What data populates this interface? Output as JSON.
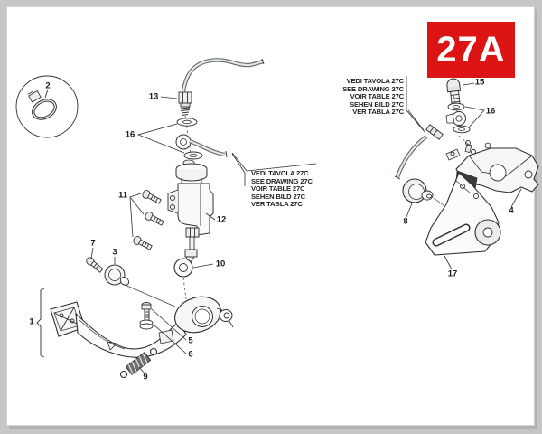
{
  "page": {
    "background_color": "#c6c6c6",
    "paper_color": "#ffffff",
    "line_color": "#2f2f2f"
  },
  "badge": {
    "label": "27A",
    "background_color": "#dc1414",
    "text_color": "#ffffff"
  },
  "notes": {
    "left": {
      "lines": [
        "VEDI TAVOLA 27C",
        "SEE DRAWING 27C",
        "VOIR TABLE 27C",
        "SEHEN BILD 27C",
        "VER TABLA 27C"
      ]
    },
    "right": {
      "lines": [
        "VEDI TAVOLA 27C",
        "SEE DRAWING 27C",
        "VOIR TABLE 27C",
        "SEHEN BILD 27C",
        "VER TABLA 27C"
      ]
    }
  },
  "callouts": [
    {
      "part": "hose-clamp",
      "label": "2"
    },
    {
      "part": "hose-fitting",
      "label": "13"
    },
    {
      "part": "washers-master-cylinder",
      "label": "16"
    },
    {
      "part": "mounting-bolts",
      "label": "11"
    },
    {
      "part": "master-cylinder",
      "label": "12"
    },
    {
      "part": "clevis-rod-end",
      "label": "10"
    },
    {
      "part": "pivot-bolt",
      "label": "7"
    },
    {
      "part": "rubber-grommet",
      "label": "3"
    },
    {
      "part": "brake-pedal-assembly",
      "label": "1"
    },
    {
      "part": "adjuster-bolt",
      "label": "5"
    },
    {
      "part": "adjuster-nut",
      "label": "6"
    },
    {
      "part": "return-spring",
      "label": "9"
    },
    {
      "part": "banjo-bolt",
      "label": "15"
    },
    {
      "part": "washers-caliper",
      "label": "16"
    },
    {
      "part": "brake-caliper",
      "label": "4"
    },
    {
      "part": "buffer-pad",
      "label": "8"
    },
    {
      "part": "caliper-bracket",
      "label": "17"
    }
  ]
}
